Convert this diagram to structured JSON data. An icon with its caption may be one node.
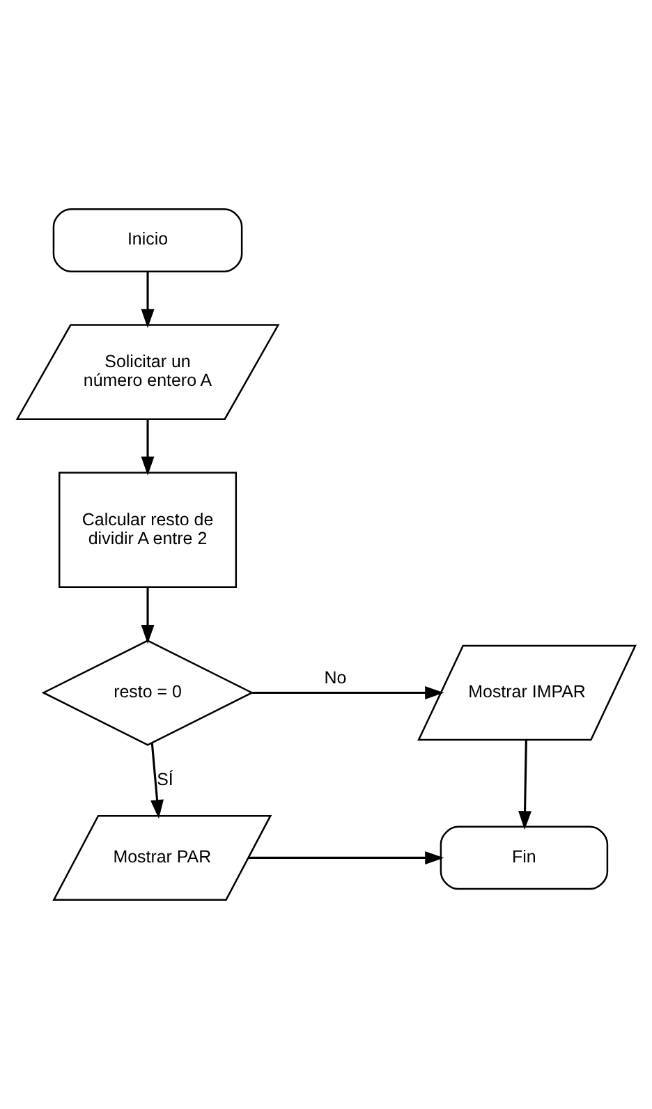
{
  "diagram": {
    "nodes": [
      {
        "text": [
          "Inicio"
        ]
      },
      {
        "text": [
          "Solicitar un número entero A"
        ]
      },
      {
        "text": [
          "Calcular resto de dividir A entre 2"
        ]
      },
      {
        "text": [
          "resto = 0"
        ]
      },
      {
        "text": [
          "Mostrar IMPAR"
        ]
      },
      {
        "text": [
          "Mostrar PAR"
        ]
      },
      {
        "text": [
          "Fin"
        ]
      }
    ],
    "edges": [
      {
        "from": 0,
        "to": 1,
        "arrow": "to"
      },
      {
        "from": 1,
        "to": 2,
        "arrow": "to"
      },
      {
        "from": 2,
        "to": 3,
        "arrow": "to"
      },
      {
        "from": 3,
        "to": 4,
        "arrow": "to",
        "label": "No"
      },
      {
        "from": 3,
        "to": 5,
        "arrow": "to",
        "label": "SÍ"
      },
      {
        "from": 4,
        "to": 6,
        "arrow": "to"
      },
      {
        "from": 5,
        "to": 6,
        "arrow": "to"
      }
    ]
  }
}
